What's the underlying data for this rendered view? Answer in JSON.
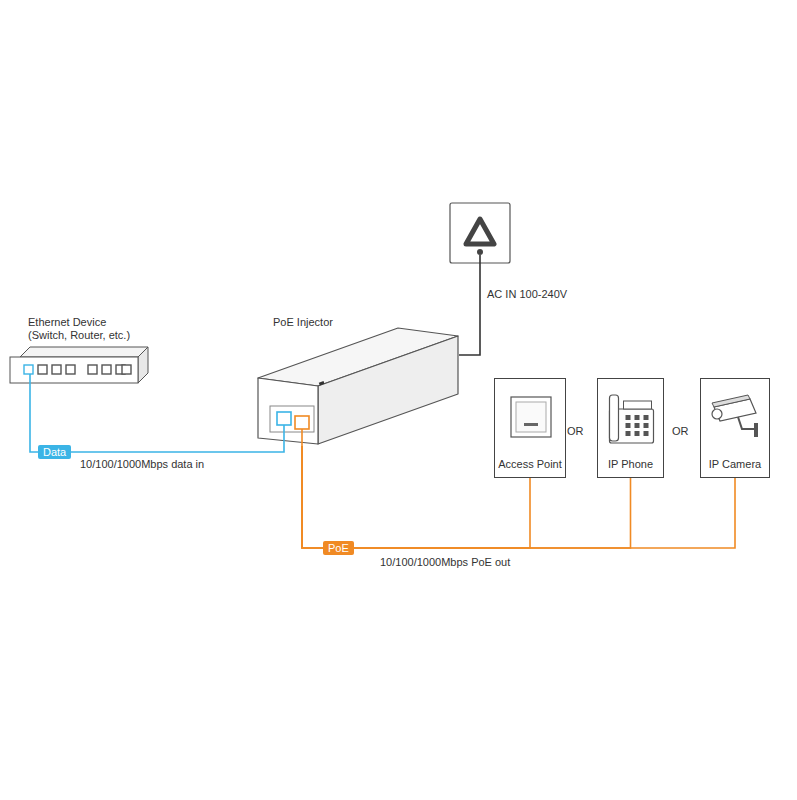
{
  "diagram": {
    "nodes": [
      {
        "text": [
          "Ethernet Device (Switch, Router, etc.)"
        ]
      },
      {
        "text": [
          "PoE Injector"
        ]
      },
      {
        "text": [
          "Access Point"
        ]
      },
      {
        "text": [
          "IP Phone"
        ]
      },
      {
        "text": [
          "IP Camera"
        ]
      }
    ],
    "edges": [
      {
        "from": 0,
        "to": 1,
        "arrow": "none",
        "label": "Data"
      },
      {
        "from": 1,
        "to": 2,
        "arrow": "none",
        "label": "PoE"
      },
      {
        "from": 1,
        "to": 3,
        "arrow": "none"
      },
      {
        "from": 1,
        "to": 4,
        "arrow": "none"
      }
    ],
    "labels": [
      "10/100/1000Mbps data in",
      "AC IN 100-240V",
      "OR",
      "OR",
      "10/100/1000Mbps PoE out"
    ]
  }
}
